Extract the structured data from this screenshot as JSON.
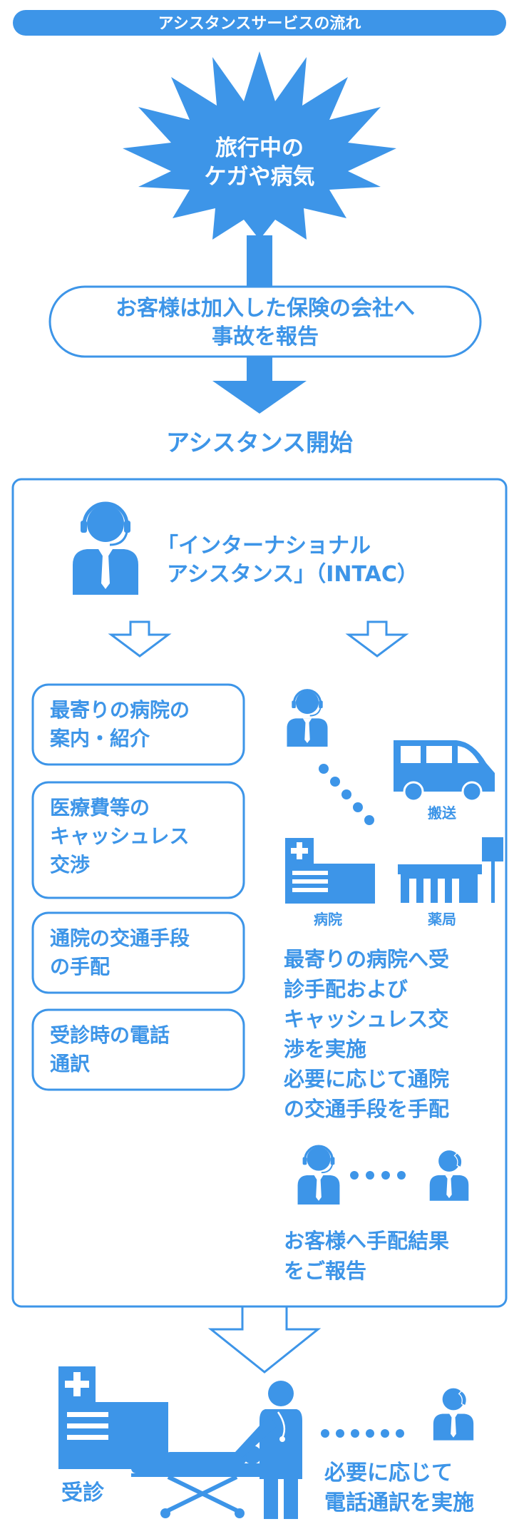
{
  "header": {
    "title": "アシスタンスサービスの流れ"
  },
  "burst": {
    "line1": "旅行中の",
    "line2": "ケガや病気"
  },
  "report": {
    "line1": "お客様は加入した保険の会社へ",
    "line2": "事故を報告"
  },
  "start_label": "アシスタンス開始",
  "intac": {
    "line1": "「インターナショナル",
    "line2": "アシスタンス」（INTAC）"
  },
  "left_services": [
    {
      "lines": [
        "最寄りの病院の",
        "案内・紹介"
      ]
    },
    {
      "lines": [
        "医療費等の",
        "キャッシュレス",
        "交渉"
      ]
    },
    {
      "lines": [
        "通院の交通手段",
        "の手配"
      ]
    },
    {
      "lines": [
        "受診時の電話",
        "通訳"
      ]
    }
  ],
  "right_icons": {
    "transport": "搬送",
    "hospital": "病院",
    "pharmacy": "薬局"
  },
  "right_text": [
    "最寄りの病院へ受",
    "診手配および",
    "キャッシュレス交",
    "渉を実施",
    "必要に応じて通院",
    "の交通手段を手配"
  ],
  "report_back": [
    "お客様へ手配結果",
    "をご報告"
  ],
  "bottom": {
    "left": "受診",
    "right_line1": "必要に応じて",
    "right_line2": "電話通訳を実施"
  },
  "colors": {
    "primary": "#3d95e8",
    "white": "#ffffff",
    "text": "#3d95e8"
  }
}
